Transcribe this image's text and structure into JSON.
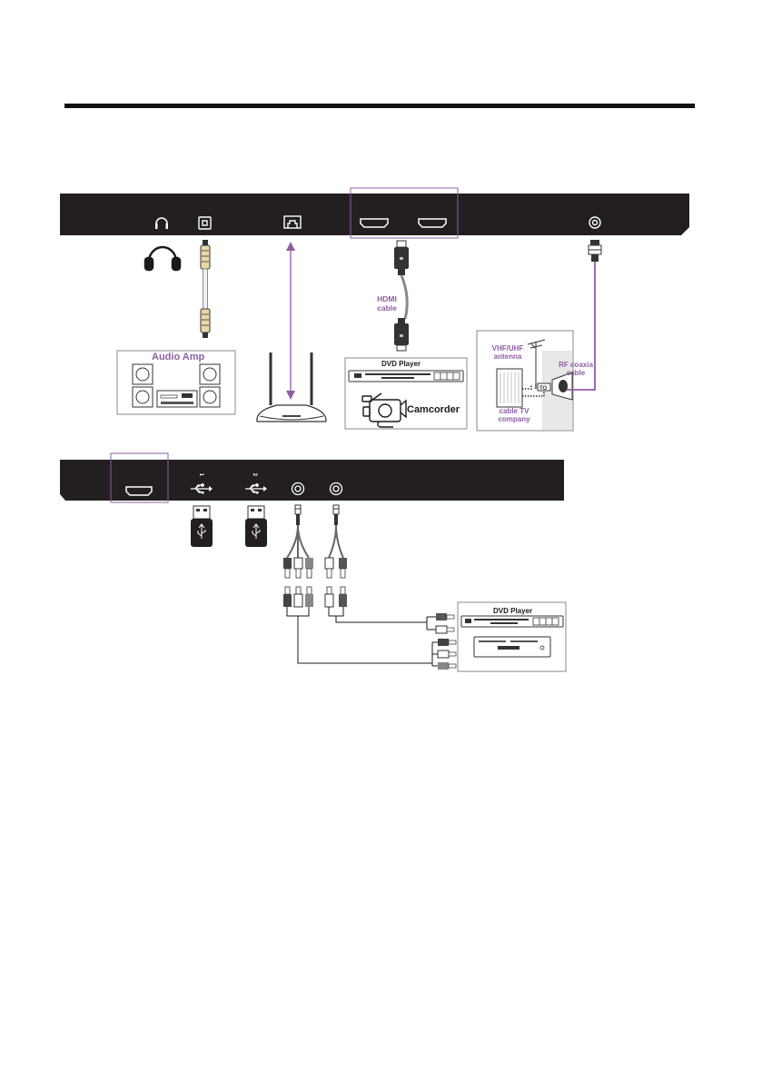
{
  "colors": {
    "accent": "#8e5ea5",
    "panel": "#231f20",
    "stroke": "#1a1a1a"
  },
  "labels": {
    "audio_amp": "Audio Amp",
    "hdmi_cable": "HDMI\ncable",
    "dvd_player_top": "DVD Player",
    "camcorder": "Camcorder",
    "vhf_uhf_antenna": "VHF/UHF\nantenna",
    "rf_coaxial_cable": "RF coaxia\ncable",
    "cable_tv_company": "cable TV\ncompany",
    "dvd_player_bottom": "DVD Player",
    "usb1_mark": "1",
    "usb2_mark": "2"
  }
}
